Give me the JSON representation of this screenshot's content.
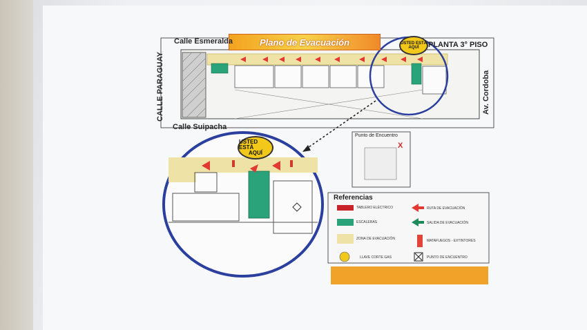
{
  "plan": {
    "title": "Plano de Evacuación",
    "floor": "PLANTA 3° PISO",
    "streets": {
      "top": "Calle Esmeralda",
      "left": "CALLE PARAGUAY",
      "bottom": "Calle Suipacha",
      "right": "Av. Cordoba"
    },
    "you_are_here": {
      "line1": "USTED ESTÁ",
      "line2": "AQUÍ"
    }
  },
  "meeting_point": {
    "title": "Punto de Encuentro",
    "marker": "X"
  },
  "legend": {
    "title": "Referencias",
    "items": [
      {
        "label": "TABLERO ELÉCTRICO",
        "color": "#c8232b"
      },
      {
        "label": "ESCALERAS",
        "color": "#2aa37a"
      },
      {
        "label": "ZONA DE EVACUACIÓN",
        "color": "#efe2a6"
      },
      {
        "label": "LLAVE CORTE GAS",
        "color": "#f2c91a"
      },
      {
        "label": "RUTA DE EVACUACIÓN",
        "color": "#e23a33"
      },
      {
        "label": "SALIDA DE EVACUACIÓN",
        "color": "#1e8a5a"
      },
      {
        "label": "MATAFUEGOS - EXTINTORES",
        "color": "#e2443a"
      },
      {
        "label": "PUNTO DE ENCUENTRO",
        "color": "#222222"
      }
    ]
  },
  "colors": {
    "title_bar": "#f3a21f",
    "corridor": "#efe2a6",
    "stairs": "#2aa37a",
    "route_arrow": "#e23a33",
    "circle": "#2b3f9e",
    "badge": "#f2c91a"
  }
}
